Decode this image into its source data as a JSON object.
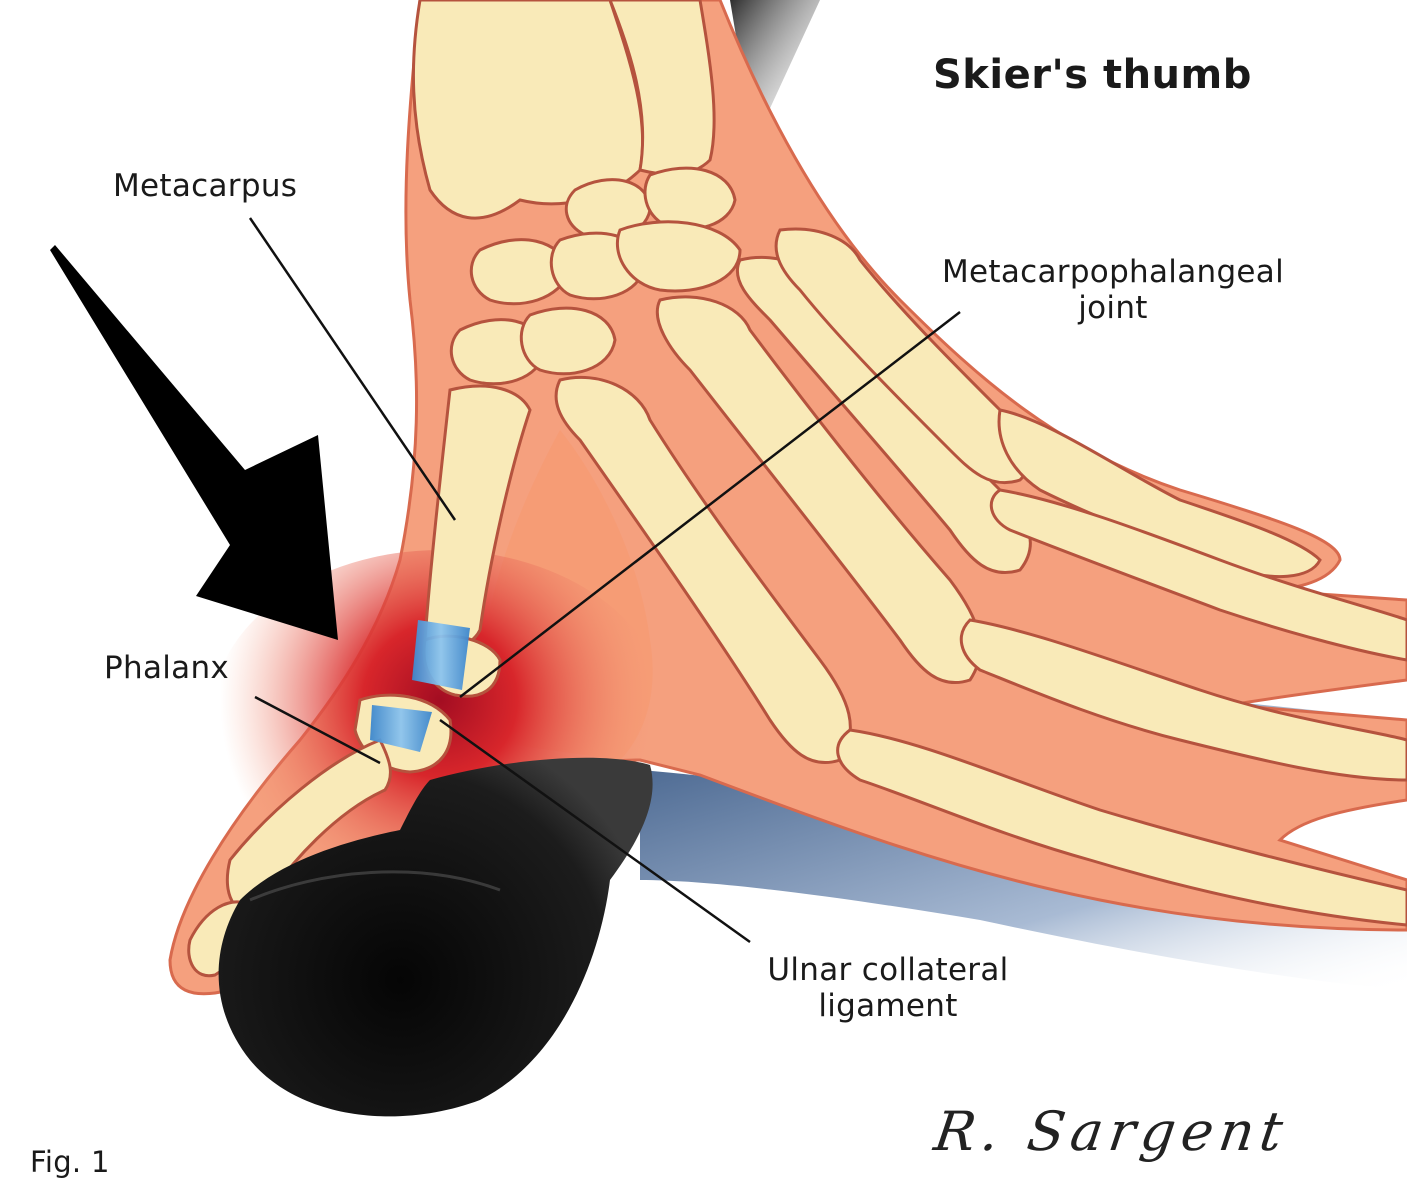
{
  "figure": {
    "title": "Skier's thumb",
    "figure_number": "Fig. 1",
    "signature": "R. Sargent"
  },
  "labels": {
    "metacarpus": "Metacarpus",
    "mcp_joint_line1": "Metacarpophalangeal",
    "mcp_joint_line2": "joint",
    "phalanx": "Phalanx",
    "ucl_line1": "Ulnar collateral",
    "ucl_line2": "ligament"
  },
  "illustration": {
    "subject": "hand gripping ski pole with force arrow on thumb",
    "elements": [
      "hand-skin",
      "bones",
      "ulnar-collateral-ligament",
      "ski-pole-grip",
      "force-arrow",
      "shadow"
    ]
  },
  "colors": {
    "skin": "#f5a07e",
    "skin_light": "#f8b89a",
    "bone": "#f9eab8",
    "bone_outline": "#b5533e",
    "injury_red": "#d8262b",
    "ligament_blue": "#5aa0d8",
    "grip_black": "#141414",
    "arrow": "#000000",
    "shadow_blue": "#4a6a94",
    "text": "#1a1a1a"
  }
}
